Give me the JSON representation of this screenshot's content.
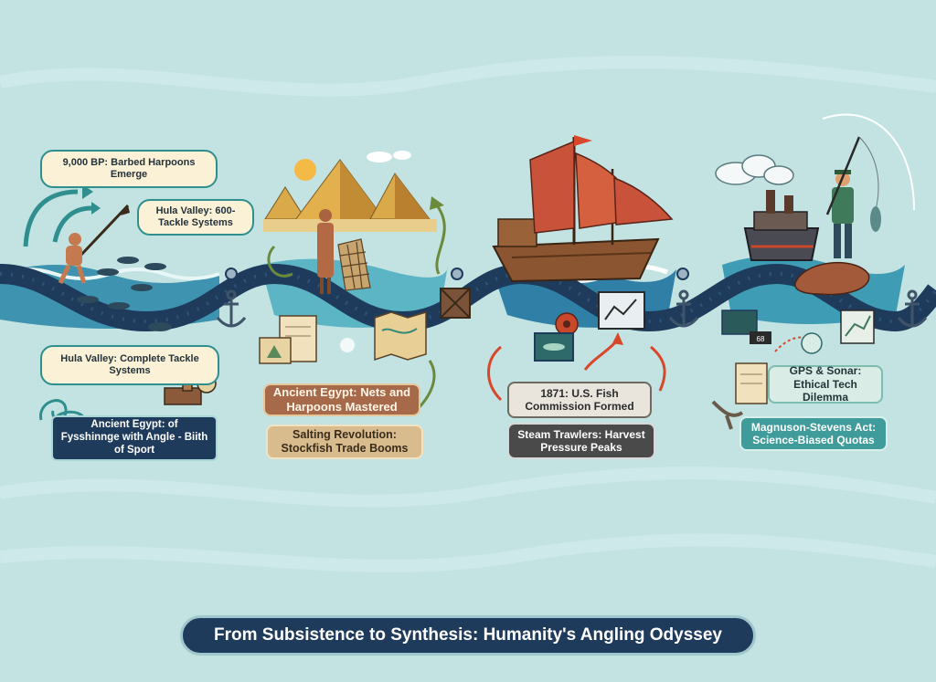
{
  "title": "From Subsistence to Synthesis: Humanity's Angling Odyssey",
  "era1": {
    "label_top": "9,000 BP: Barbed Harpoons Emerge",
    "label_right": "Hula Valley: 600- Tackle Systems",
    "label_mid": "Hula Valley: Complete Tackle Systems",
    "label_bottom": "Ancient Egypt: of Fysshinnge with Angle - Biith of Sport"
  },
  "era2": {
    "label_nets": "Ancient Egypt: Nets and Harpoons Mastered",
    "label_salting": "Salting Revolution: Stockfish Trade Booms"
  },
  "era3": {
    "label_commission": "1871: U.S. Fish Commission Formed",
    "label_trawlers": "Steam Trawlers: Harvest Pressure Peaks"
  },
  "era4": {
    "label_gps": "GPS & Sonar: Ethical Tech Dilemma",
    "label_magnuson": "Magnuson-Stevens Act: Science-Biased Quotas",
    "gauge_value": "68"
  },
  "colors": {
    "background": "#c3e2e2",
    "river": "#1f3b5c",
    "water": "#3d93b0",
    "accent_red": "#d9472b",
    "accent_teal": "#2f8e8e"
  },
  "icons": [
    "anchor-icon",
    "pyramid-icon",
    "sailing-ship-icon",
    "steamship-icon",
    "fish-icon",
    "scroll-icon",
    "map-icon",
    "crate-icon",
    "gear-icon",
    "chart-icon",
    "sun-icon",
    "cloud-icon",
    "fishing-rod-icon"
  ]
}
